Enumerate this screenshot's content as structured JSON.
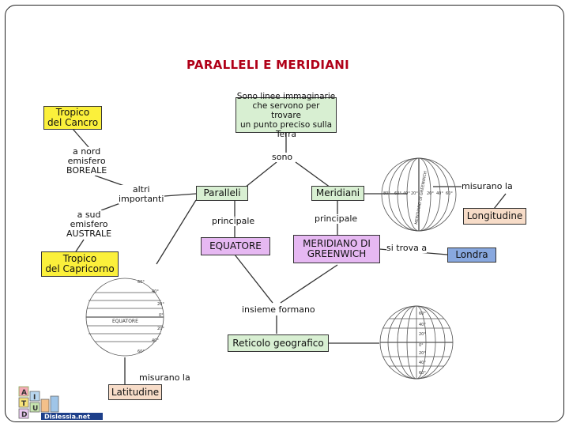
{
  "title": "PARALLELI E MERIDIANI",
  "nodes": {
    "definition": "Sono linee immaginarie\nche servono per trovare\nun punto preciso sulla Terra",
    "tropico_cancro": "Tropico\ndel Cancro",
    "tropico_capricorno": "Tropico\ndel Capricorno",
    "paralleli": "Paralleli",
    "meridiani": "Meridiani",
    "equatore": "EQUATORE",
    "meridiano_greenwich": "MERIDIANO DI\nGREENWICH",
    "longitudine": "Longitudine",
    "londra": "Londra",
    "reticolo": "Reticolo geografico",
    "latitudine": "Latitudine"
  },
  "labels": {
    "sono": "sono",
    "nord": "a nord\nemisfero\nBOREALE",
    "altri": "altri\nimportanti",
    "sud": "a sud\nemisfero\nAUSTRALE",
    "principale_left": "principale",
    "principale_right": "principale",
    "si_trova": "si trova a",
    "misurano_right": "misurano la",
    "insieme": "insieme formano",
    "misurano_left": "misurano la"
  },
  "globes": {
    "meridians_globe": {
      "meridian_label": "MERIDIANO DI GREENWICH",
      "degrees": [
        "80°",
        "60°",
        "40°",
        "20°",
        "0°",
        "20°",
        "40°",
        "60°"
      ]
    },
    "parallels_globe": {
      "equator_label": "EQUATORE",
      "degrees": [
        "60°",
        "40°",
        "20°",
        "0°",
        "20°",
        "40°",
        "60°"
      ]
    },
    "grid_globe": {
      "degrees": [
        "60°",
        "40°",
        "20°",
        "0°",
        "20°",
        "40°",
        "60°"
      ]
    }
  },
  "logo": {
    "letters": [
      "A",
      "I",
      "T",
      "U",
      "D"
    ],
    "text": "Dislessia.net"
  },
  "colors": {
    "title": "#b00018",
    "yellow": "#fbf03b",
    "green": "#d8efd2",
    "purple": "#e6b8f2",
    "peach": "#f7dcc8",
    "blue": "#88a8df"
  }
}
